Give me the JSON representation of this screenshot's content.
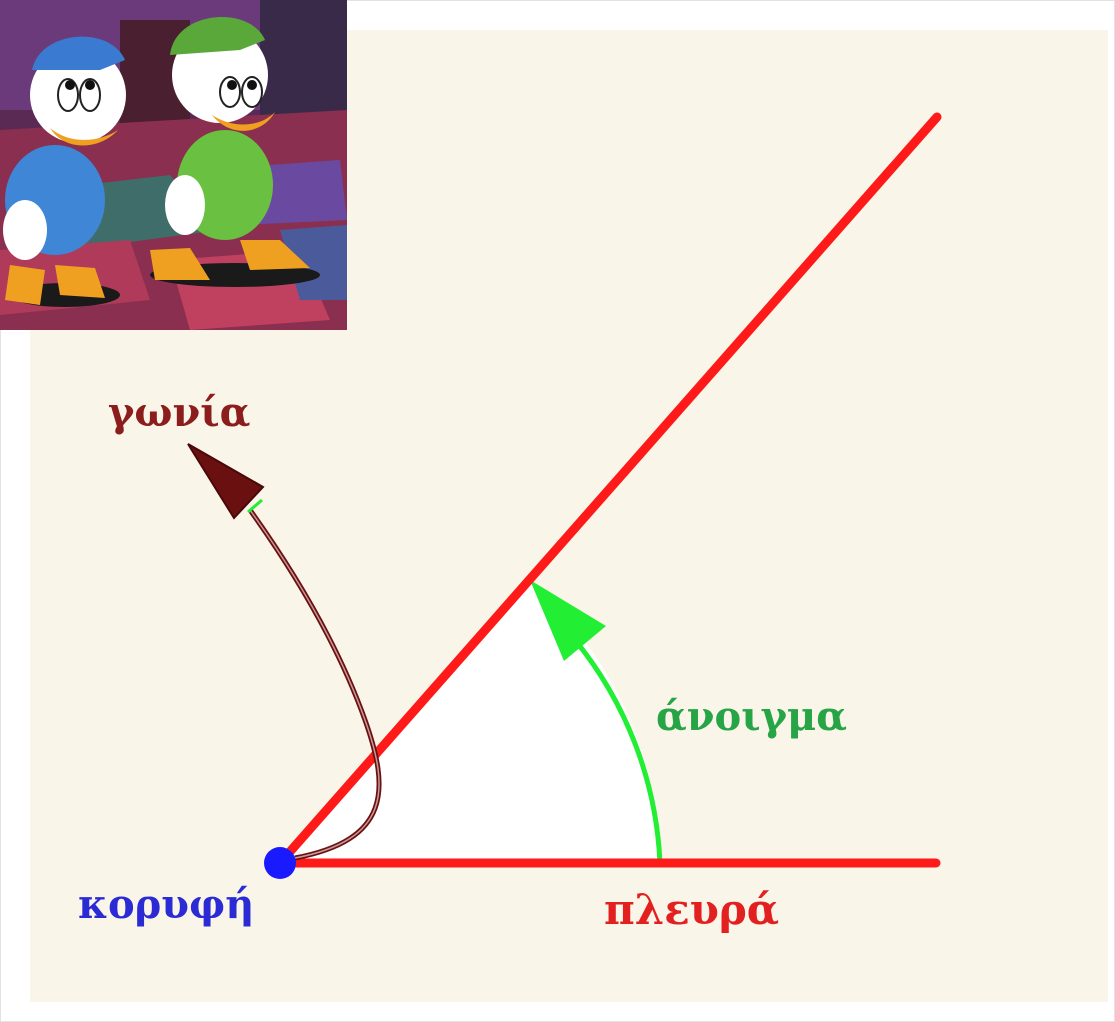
{
  "labels": {
    "angle": "γωνία",
    "opening": "άνοιγμα",
    "vertex": "κορυφή",
    "side": "πλευρά"
  },
  "colors": {
    "panel_background": "#faf5e9",
    "sides": "#ff1a1a",
    "vertex_dot": "#1a1aff",
    "angle_label": "#8b1d1d",
    "angle_arrow": "#6b1010",
    "opening_arrow": "#22ee33",
    "opening_label": "#27a445",
    "vertex_label": "#2b2bd6",
    "side_label": "#e32020"
  },
  "inset_image": {
    "description_icon": "cartoon-ducklings-image"
  }
}
